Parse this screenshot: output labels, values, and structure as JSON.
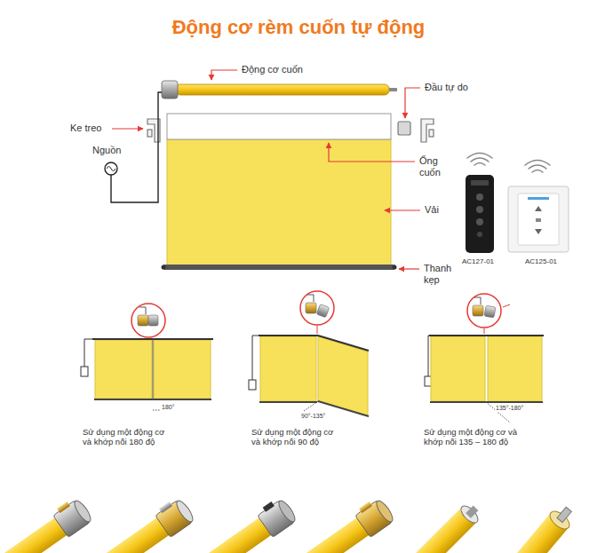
{
  "diagram": {
    "title": "Động cơ rèm cuốn tự động",
    "labels": [
      "Động cơ cuốn",
      "Đầu tự do",
      "Ke treo",
      "Nguồn",
      "Ống cuốn",
      "Vải",
      "Thanh kẹp",
      "AC127-01",
      "AC125-01",
      "180°",
      "90°-135°",
      "135°-180°",
      "Sử dụng một động cơ và khớp nối 180 độ",
      "Sử dụng một động cơ và khớp nối 90 độ",
      "Sử dụng một động cơ và khớp nối 135 – 180 độ"
    ]
  }
}
